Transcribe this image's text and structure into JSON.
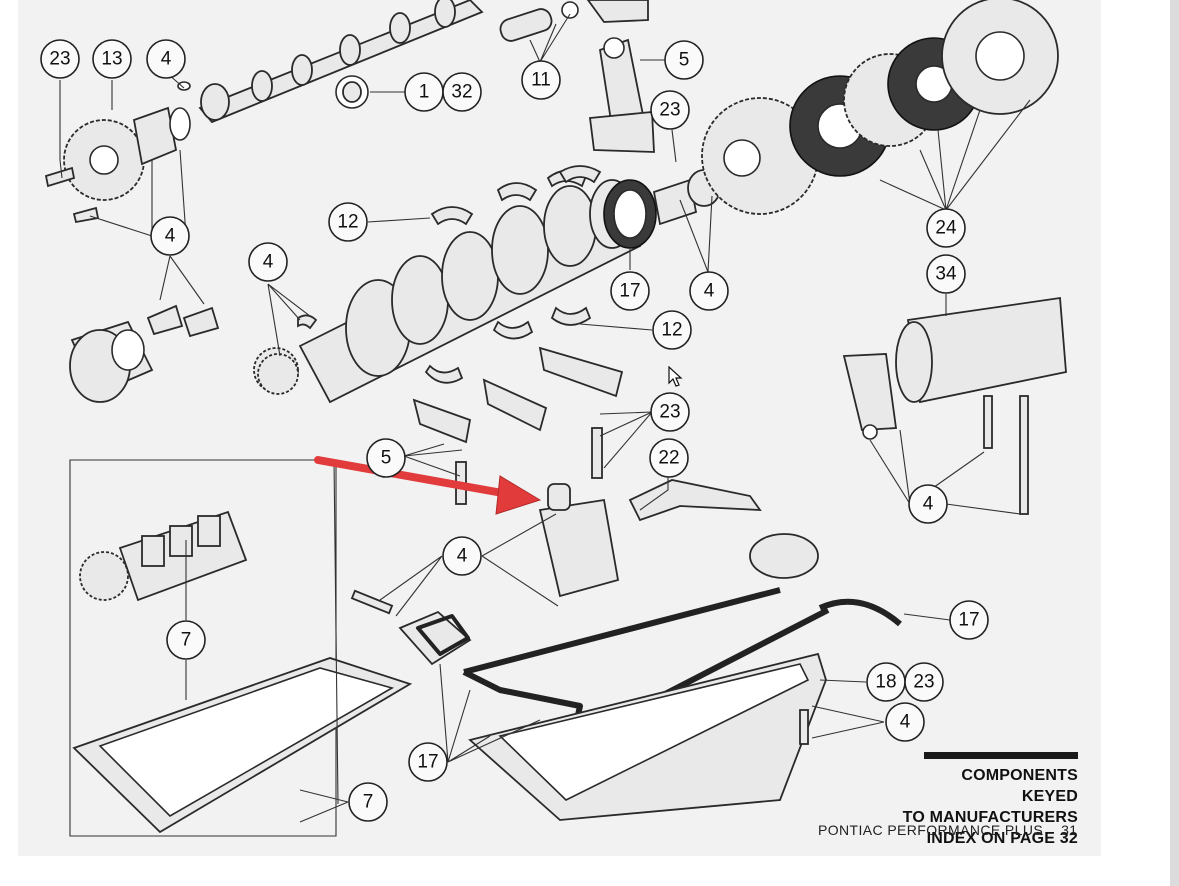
{
  "callouts": [
    {
      "label": "23"
    },
    {
      "label": "13"
    },
    {
      "label": "4"
    },
    {
      "label": "1"
    },
    {
      "label": "32"
    },
    {
      "label": "11"
    },
    {
      "label": "5"
    },
    {
      "label": "23"
    },
    {
      "label": "4"
    },
    {
      "label": "12"
    },
    {
      "label": "4"
    },
    {
      "label": "17"
    },
    {
      "label": "4"
    },
    {
      "label": "12"
    },
    {
      "label": "24"
    },
    {
      "label": "34"
    },
    {
      "label": "23"
    },
    {
      "label": "5"
    },
    {
      "label": "22"
    },
    {
      "label": "4"
    },
    {
      "label": "4"
    },
    {
      "label": "7"
    },
    {
      "label": "17"
    },
    {
      "label": "18"
    },
    {
      "label": "23"
    },
    {
      "label": "4"
    },
    {
      "label": "17"
    },
    {
      "label": "7"
    }
  ],
  "caption": {
    "line1": "COMPONENTS KEYED",
    "line2": "TO MANUFACTURERS",
    "line3": "INDEX ON PAGE 32"
  },
  "footer": {
    "publication": "PONTIAC PERFORMANCE PLUS",
    "page_number": "31"
  },
  "annotation": {
    "arrow_color": "#e23b3b"
  }
}
